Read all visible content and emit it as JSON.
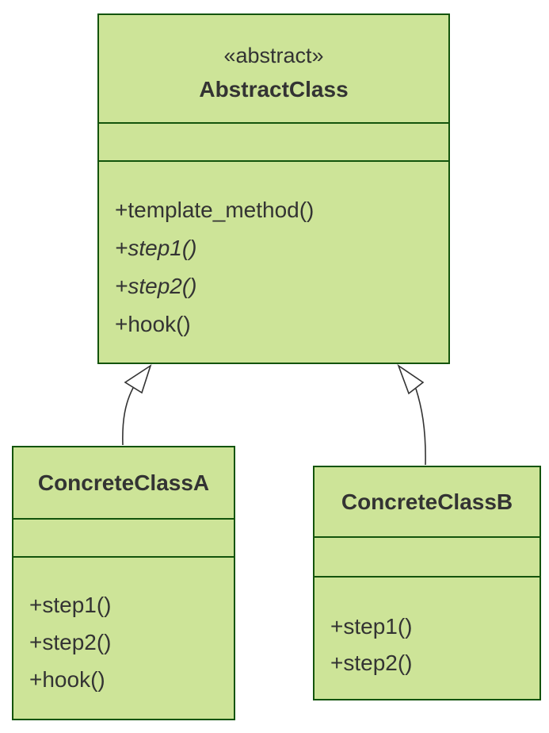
{
  "diagram": {
    "kind": "uml-class-diagram",
    "colors": {
      "background": "#ffffff",
      "node_fill": "#cde498",
      "node_border": "#13540c",
      "text": "#333333",
      "edge_line": "#333333",
      "arrowhead_fill": "#ffffff"
    },
    "classes": [
      {
        "stereotype": "«abstract»",
        "name": "AbstractClass",
        "attributes": [],
        "methods": [
          {
            "text": "+template_method()",
            "abstract": false
          },
          {
            "text": "+step1()",
            "abstract": true
          },
          {
            "text": "+step2()",
            "abstract": true
          },
          {
            "text": "+hook()",
            "abstract": false
          }
        ]
      },
      {
        "stereotype": "",
        "name": "ConcreteClassA",
        "attributes": [],
        "methods": [
          {
            "text": "+step1()",
            "abstract": false
          },
          {
            "text": "+step2()",
            "abstract": false
          },
          {
            "text": "+hook()",
            "abstract": false
          }
        ]
      },
      {
        "stereotype": "",
        "name": "ConcreteClassB",
        "attributes": [],
        "methods": [
          {
            "text": "+step1()",
            "abstract": false
          },
          {
            "text": "+step2()",
            "abstract": false
          }
        ]
      }
    ],
    "relations": [
      {
        "from": "ConcreteClassA",
        "to": "AbstractClass",
        "type": "inheritance"
      },
      {
        "from": "ConcreteClassB",
        "to": "AbstractClass",
        "type": "inheritance"
      }
    ]
  }
}
